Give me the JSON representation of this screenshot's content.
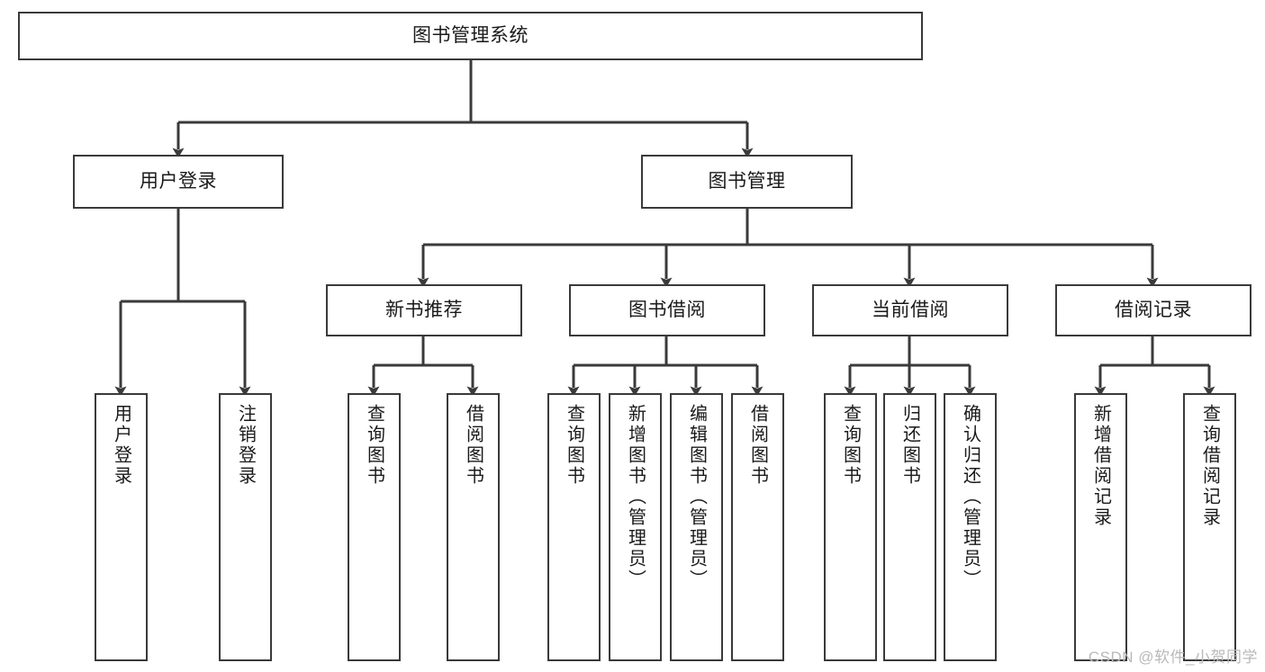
{
  "diagram": {
    "type": "tree-hierarchy",
    "title": "图书管理系统",
    "watermark": "CSDN @软件_小贺同学",
    "colors": {
      "node_border": "#3a3a3a",
      "node_fill": "#ffffff",
      "edge": "#3a3a3a",
      "text": "#1a1a1a",
      "watermark": "#b9b9b9",
      "background": "#ffffff"
    },
    "root": {
      "label": "图书管理系统"
    },
    "level1": [
      {
        "id": "user-login",
        "label": "用户登录"
      },
      {
        "id": "book-manage",
        "label": "图书管理"
      }
    ],
    "level2": [
      {
        "id": "new-book-recommend",
        "label": "新书推荐",
        "parent": "book-manage"
      },
      {
        "id": "book-borrow",
        "label": "图书借阅",
        "parent": "book-manage"
      },
      {
        "id": "current-borrow",
        "label": "当前借阅",
        "parent": "book-manage"
      },
      {
        "id": "borrow-record",
        "label": "借阅记录",
        "parent": "book-manage"
      }
    ],
    "leaves": [
      {
        "id": "leaf-user-login",
        "label": "用户登录",
        "parent": "user-login"
      },
      {
        "id": "leaf-logout-login",
        "label": "注销登录",
        "parent": "user-login"
      },
      {
        "id": "leaf-query-book-1",
        "label": "查询图书",
        "parent": "new-book-recommend"
      },
      {
        "id": "leaf-borrow-book-1",
        "label": "借阅图书",
        "parent": "new-book-recommend"
      },
      {
        "id": "leaf-query-book-2",
        "label": "查询图书",
        "parent": "book-borrow"
      },
      {
        "id": "leaf-add-book",
        "label": "新增图书（管理员）",
        "parent": "book-borrow"
      },
      {
        "id": "leaf-edit-book",
        "label": "编辑图书（管理员）",
        "parent": "book-borrow"
      },
      {
        "id": "leaf-borrow-book-2",
        "label": "借阅图书",
        "parent": "book-borrow"
      },
      {
        "id": "leaf-query-book-3",
        "label": "查询图书",
        "parent": "current-borrow"
      },
      {
        "id": "leaf-return-book",
        "label": "归还图书",
        "parent": "current-borrow"
      },
      {
        "id": "leaf-confirm-return",
        "label": "确认归还（管理员）",
        "parent": "current-borrow"
      },
      {
        "id": "leaf-add-record",
        "label": "新增借阅记录",
        "parent": "borrow-record"
      },
      {
        "id": "leaf-query-record",
        "label": "查询借阅记录",
        "parent": "borrow-record"
      }
    ]
  }
}
